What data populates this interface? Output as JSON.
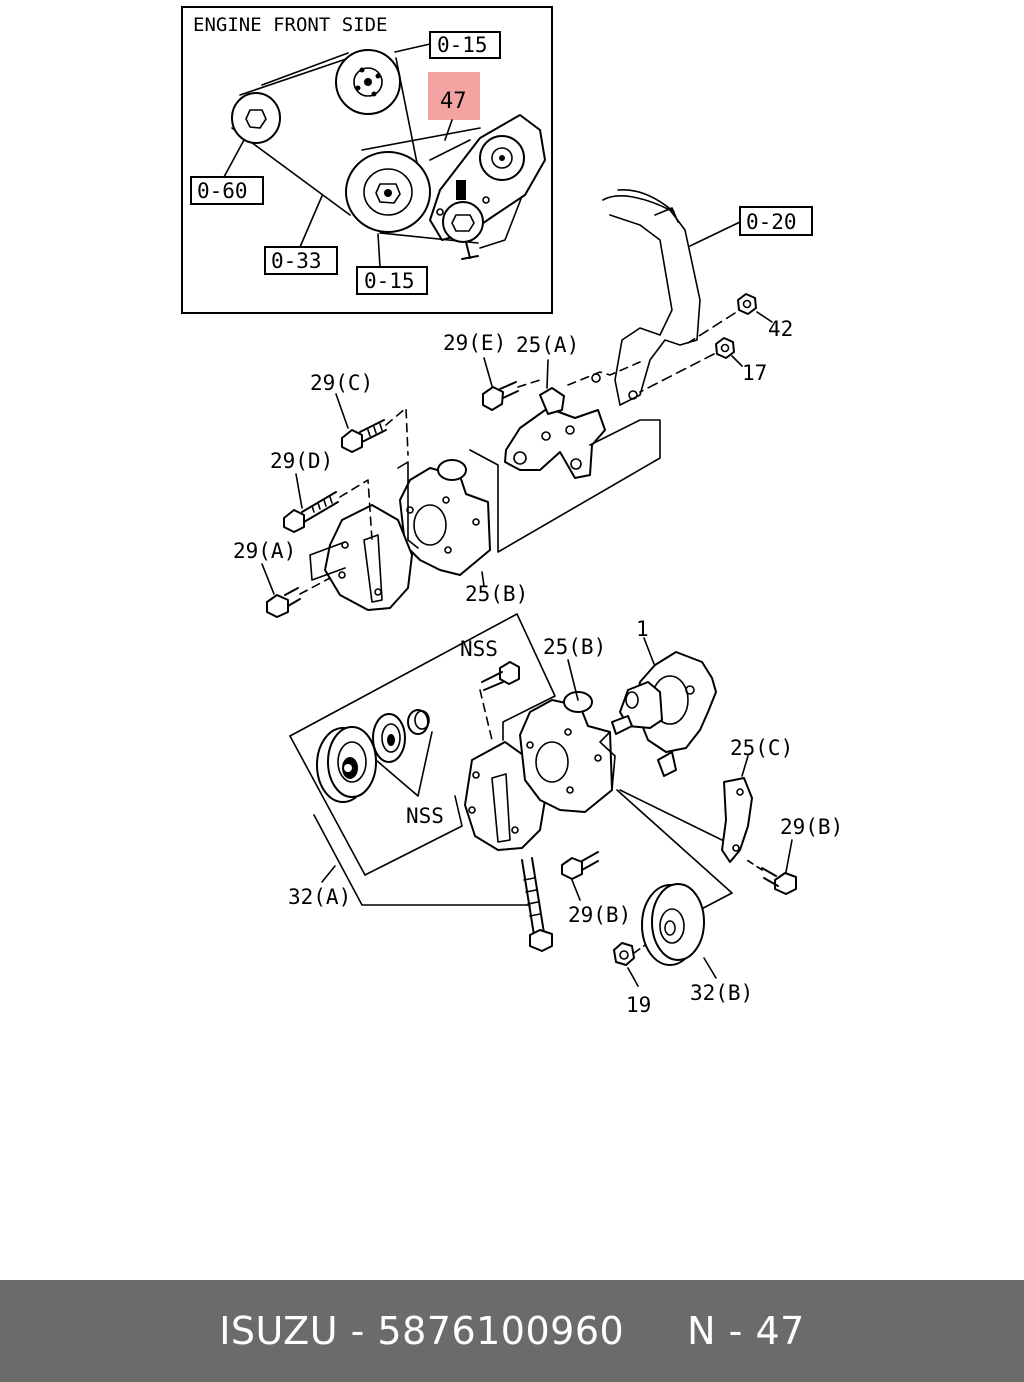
{
  "inset": {
    "title": "ENGINE FRONT SIDE",
    "refs": [
      "0-15",
      "0-60",
      "0-33",
      "0-15"
    ],
    "highlight": {
      "label": "47",
      "color": "#f4a3a3"
    }
  },
  "refs": {
    "frame": "0-20"
  },
  "callouts": {
    "c42": "42",
    "c17": "17",
    "c29e": "29(E)",
    "c25a": "25(A)",
    "c29c": "29(C)",
    "c29d": "29(D)",
    "c29a": "29(A)",
    "c25b_top": "25(B)",
    "c_nss_top": "NSS",
    "c25b_bottom": "25(B)",
    "c1": "1",
    "c25c": "25(C)",
    "c_nss_bottom": "NSS",
    "c29b_right": "29(B)",
    "c32a": "32(A)",
    "c29b_bottom": "29(B)",
    "c19": "19",
    "c32b": "32(B)"
  },
  "footer": {
    "brand": "ISUZU",
    "separator": "-",
    "part_number": "5876100960",
    "page_prefix": "N",
    "page_number": "47"
  }
}
